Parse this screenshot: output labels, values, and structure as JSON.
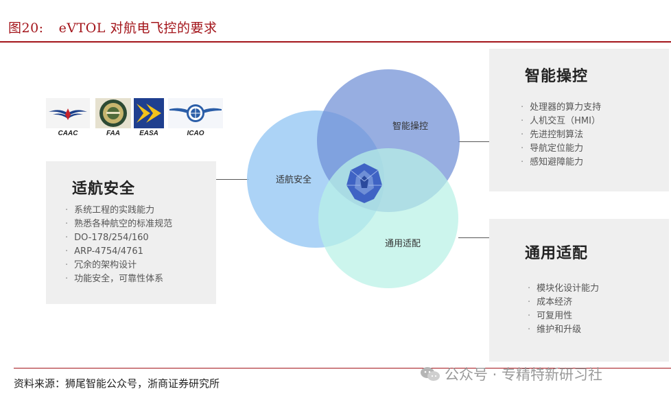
{
  "figure": {
    "number": "图20:",
    "title": "eVTOL 对航电飞控的要求"
  },
  "logos": [
    {
      "name": "caac",
      "label": "CAAC"
    },
    {
      "name": "faa",
      "label": "FAA"
    },
    {
      "name": "easa",
      "label": "EASA"
    },
    {
      "name": "icao",
      "label": "ICAO"
    }
  ],
  "panels": {
    "airworthiness": {
      "title": "适航安全",
      "items": [
        "系统工程的实践能力",
        "熟悉各种航空的标准规范",
        "DO-178/254/160",
        "ARP-4754/4761",
        "冗余的架构设计",
        "功能安全，可靠性体系"
      ]
    },
    "intelligent_control": {
      "title": "智能操控",
      "items": [
        "处理器的算力支持",
        "人机交互（HMI）",
        "先进控制算法",
        "导航定位能力",
        "感知避障能力"
      ]
    },
    "general_adaptation": {
      "title": "通用适配",
      "items": [
        "模块化设计能力",
        "成本经济",
        "可复用性",
        "维护和升级"
      ]
    }
  },
  "venn": {
    "left_label": "适航安全",
    "top_label": "智能操控",
    "bottom_label": "通用适配",
    "colors": {
      "left": "#9ecbf5",
      "top": "#6f8fd6",
      "bottom": "#b9f1e6",
      "logo": "#3f63c4"
    }
  },
  "source": "资料来源：狮尾智能公众号，浙商证券研究所",
  "watermark": "公众号 · 专精特新研习社",
  "accent_color": "#a3141a"
}
